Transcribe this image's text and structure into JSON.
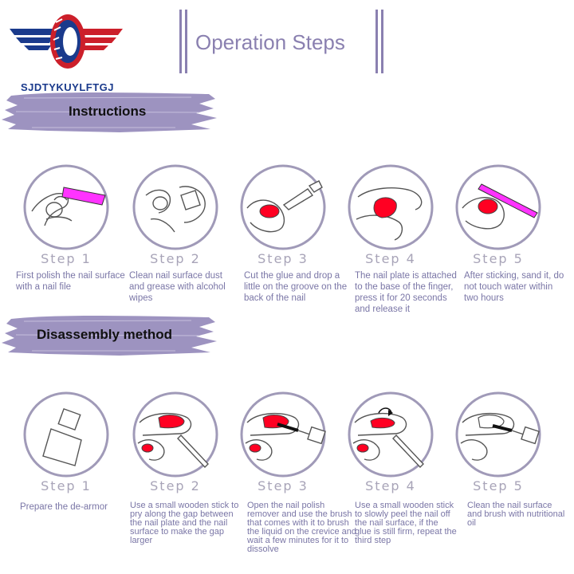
{
  "brand": {
    "name": "SJDTYKUYLFTGJ"
  },
  "title": "Operation Steps",
  "colors": {
    "accent": "#8a80b0",
    "banner": "#9d93c0",
    "polish": "#ff0022",
    "file": "#ff33ff",
    "text": "#7a76a6"
  },
  "instructions": {
    "heading": "Instructions",
    "steps": [
      {
        "label": "Step 1",
        "text": "First polish the nail surface with a nail file",
        "icon": "nail-file-polish-icon"
      },
      {
        "label": "Step 2",
        "text": "Clean nail surface dust and grease with alcohol wipes",
        "icon": "clean-nail-icon"
      },
      {
        "label": "Step 3",
        "text": "Cut the glue and drop a little on the groove on the back of the nail",
        "icon": "glue-drop-icon"
      },
      {
        "label": "Step 4",
        "text": "The nail plate is attached to the base of the finger, press it for 20 seconds and release it",
        "icon": "press-nail-icon"
      },
      {
        "label": "Step 5",
        "text": "After sticking, sand it, do not touch water within two hours",
        "icon": "sand-nail-icon"
      }
    ]
  },
  "disassembly": {
    "heading": "Disassembly method",
    "steps": [
      {
        "label": "Step 1",
        "text": "Prepare the de-armor",
        "icon": "remover-bottle-icon"
      },
      {
        "label": "Step 2",
        "text": "Use a small wooden stick to pry along the gap between the nail plate and the nail surface to make the gap larger",
        "icon": "wooden-stick-icon"
      },
      {
        "label": "Step 3",
        "text": "Open the nail polish remover and use the brush that comes with it to brush the liquid on the crevice and wait a few minutes for it to dissolve",
        "icon": "brush-remover-icon"
      },
      {
        "label": "Step 4",
        "text": "Use a small wooden stick to slowly peel the nail off the nail surface, if the glue is still firm, repeat the third step",
        "icon": "peel-nail-icon"
      },
      {
        "label": "Step 5",
        "text": "Clean the nail surface and brush with nutritional oil",
        "icon": "nutrition-oil-icon"
      }
    ]
  }
}
